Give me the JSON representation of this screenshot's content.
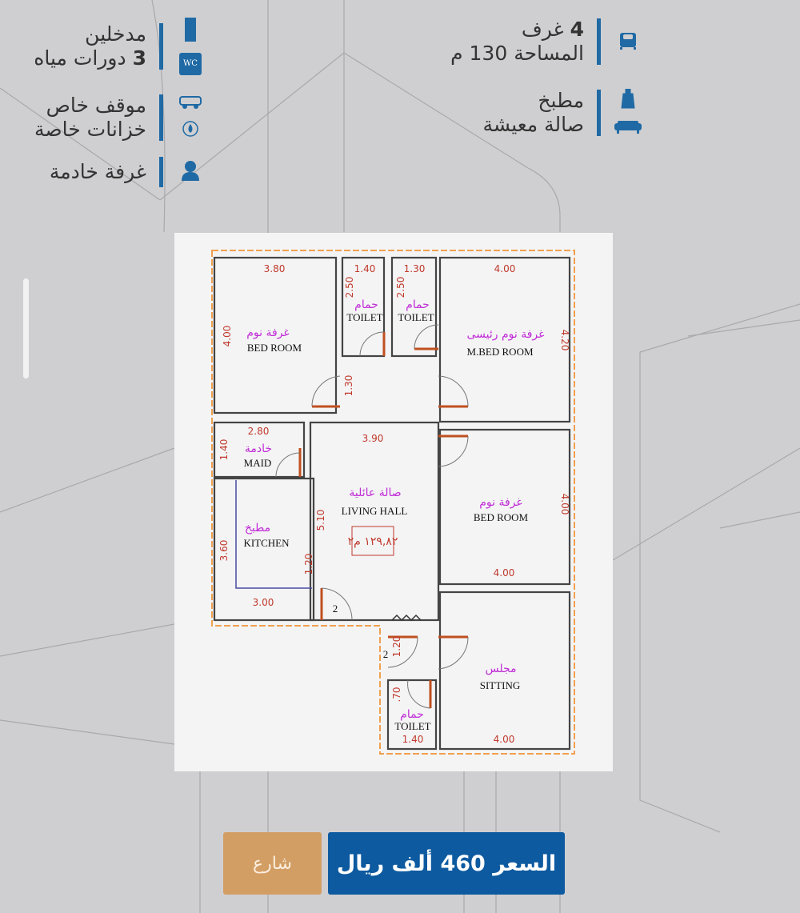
{
  "features_right": [
    {
      "icon": "bed-icon",
      "number": "4",
      "text": "غرف"
    },
    {
      "text": "المساحة 130 م"
    },
    {
      "icon": "apron-icon",
      "text": "مطبخ"
    },
    {
      "icon": "sofa-icon",
      "text": "صالة معيشة"
    }
  ],
  "features_left": [
    {
      "icon": "door-icon",
      "text": "مدخلين"
    },
    {
      "icon": "wc-icon",
      "icon_label": "WC",
      "number": "3",
      "text": "دورات مياه"
    },
    {
      "icon": "car-icon",
      "text": "موقف خاص"
    },
    {
      "icon": "water-drop-icon",
      "text": "خزانات خاصة"
    },
    {
      "icon": "person-icon",
      "text": "غرفة خادمة"
    }
  ],
  "floor_plan": {
    "rooms": {
      "bedroom1": {
        "ar": "غرفة نوم",
        "en": "BED ROOM",
        "w": "3.80",
        "h": "4.00"
      },
      "toilet1": {
        "ar": "حمام",
        "en": "TOILET",
        "w": "1.40",
        "h": "2.50"
      },
      "toilet2": {
        "ar": "حمام",
        "en": "TOILET",
        "w": "1.30",
        "h": "2.50"
      },
      "master": {
        "ar": "غرفة نوم رئيسى",
        "en": "M.BED ROOM",
        "w": "4.00",
        "h": "4.20"
      },
      "corridor": {
        "h": "1.30"
      },
      "maid": {
        "ar": "خادمة",
        "en": "MAID",
        "w": "2.80",
        "h": "1.40"
      },
      "kitchen": {
        "ar": "مطبخ",
        "en": "KITCHEN",
        "w": "3.00",
        "h": "3.60",
        "h2": "1.20"
      },
      "living": {
        "ar": "صالة عائلية",
        "en": "LIVING HALL",
        "w": "3.90",
        "h": "5.10",
        "area": "١٢٩,٨٢ م٢"
      },
      "bedroom3": {
        "ar": "غرفة نوم",
        "en": "BED ROOM",
        "w": "4.00",
        "h": "4.00"
      },
      "sitting": {
        "ar": "مجلس",
        "en": "SITTING",
        "w": "4.00"
      },
      "toilet3": {
        "ar": "حمام",
        "en": "TOILET",
        "w": "1.40",
        "h": ".70"
      },
      "entry": {
        "h": "1.20"
      },
      "door_marks": [
        "2",
        "2"
      ]
    }
  },
  "buttons": {
    "share": "شارع",
    "price_prefix": "السعر",
    "price_value": "460",
    "price_suffix": "ألف ريال"
  },
  "colors": {
    "accent": "#1f6aa5",
    "price_button": "#0d5aa0",
    "share_button": "#d39e64"
  }
}
